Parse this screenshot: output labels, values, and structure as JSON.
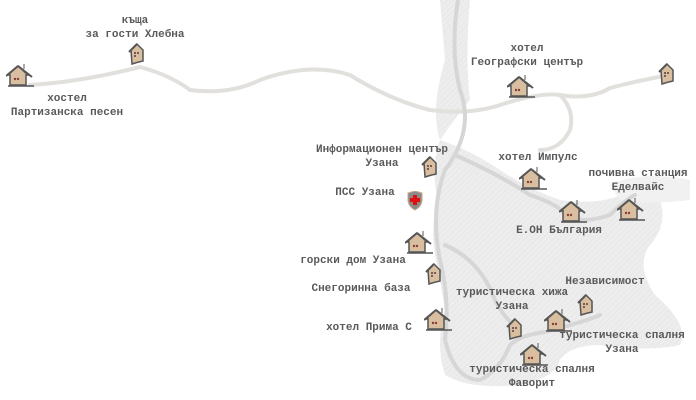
{
  "colors": {
    "road": "#e4e2df",
    "region": "#ececec",
    "house": "#d9bfa0",
    "outline": "#555555",
    "cross": "#e01010"
  },
  "places": {
    "hlebna": [
      "къща",
      "за гости Хлебна"
    ],
    "partizanska": [
      "хостел",
      "Партизанска песен"
    ],
    "geografski": [
      "хотел",
      "Географски център"
    ],
    "info": [
      "Информационен център",
      "Узана"
    ],
    "impuls": "хотел Импулс",
    "edelvais": [
      "почивна станция",
      "Еделвайс"
    ],
    "pss": "ПСС Узана",
    "eon": "Е.ОН България",
    "gorski": "горски дом Узана",
    "snegorinna": "Снегоринна база",
    "nezavisimost": "Независимост",
    "hija": [
      "туристическа хижа",
      "Узана"
    ],
    "prima": "хотел Прима С",
    "spalnya_uzana": [
      "туристическа спалня",
      "Узана"
    ],
    "favorit": [
      "туристическа спалня",
      "Фаворит"
    ]
  },
  "icons": {
    "house": "house-icon",
    "tall_house": "tall-house-icon",
    "rescue": "rescue-shield-icon"
  }
}
